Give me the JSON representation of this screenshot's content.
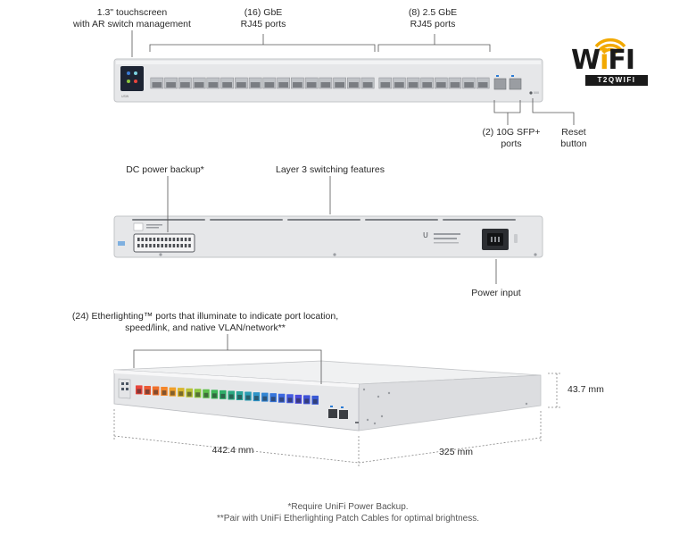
{
  "labels": {
    "touchscreen": [
      "1.3\" touchscreen",
      "with AR switch management"
    ],
    "gbe_ports": [
      "(16) GbE",
      "RJ45 ports"
    ],
    "gbe25_ports": [
      "(8) 2.5 GbE",
      "RJ45 ports"
    ],
    "sfp_ports": [
      "(2) 10G SFP+",
      "ports"
    ],
    "reset": [
      "Reset",
      "button"
    ],
    "dc_power": "DC power backup*",
    "layer3": "Layer 3 switching features",
    "power_input": "Power input",
    "etherlighting": [
      "(24) Etherlighting™ ports that illuminate to indicate port location,",
      "speed/link, and native VLAN/network**"
    ],
    "height_dim": "43.7 mm",
    "width_dim": "442.4 mm",
    "depth_dim": "325 mm"
  },
  "footnotes": [
    "*Require UniFi Power Backup.",
    "**Pair with UniFi Etherlighting Patch Cables for optimal brightness."
  ],
  "logo": {
    "word_a": "W",
    "word_i": "i",
    "word_b": "FI",
    "sub": "T2QWIFI"
  },
  "colors": {
    "chassis": "#e6e7e9",
    "chassis_edge": "#c2c4c7",
    "leader": "#555555",
    "logo_accent": "#f2a900",
    "port_leds": [
      "#e8453c",
      "#ec5a34",
      "#f0702c",
      "#f4862a",
      "#f0a02a",
      "#d8b52c",
      "#b8c234",
      "#8cc63f",
      "#5cbf4a",
      "#3db556",
      "#2fae6a",
      "#2ba882",
      "#2aa39a",
      "#2b9db4",
      "#2e94c8",
      "#3386d4",
      "#3877dc",
      "#3d68e0",
      "#4459e0",
      "#4b4adc",
      "#3f52d8",
      "#3a5ad4"
    ]
  }
}
